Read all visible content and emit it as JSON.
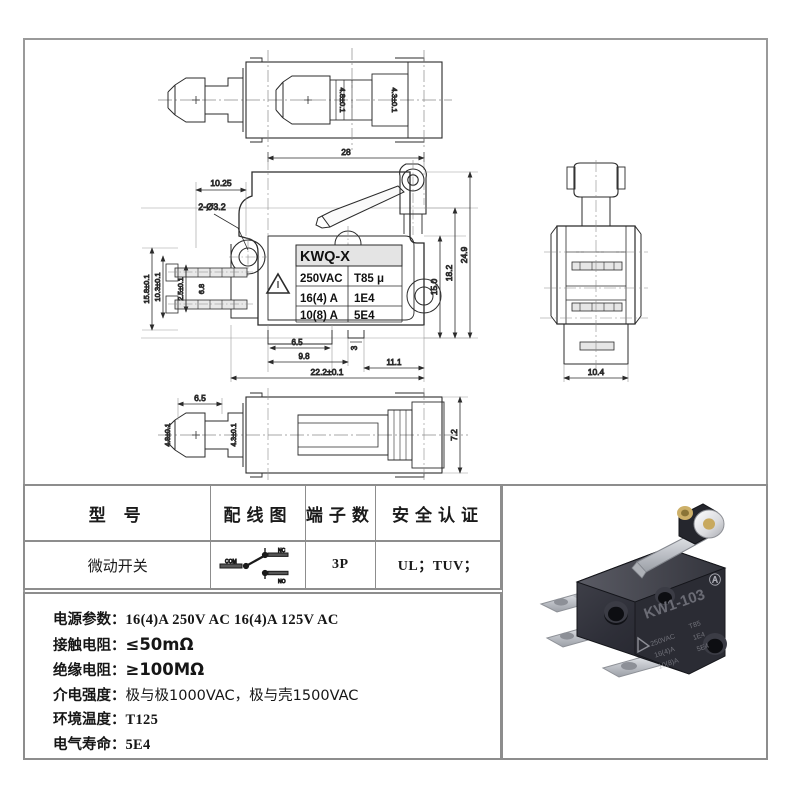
{
  "document": {
    "kind": "micro-switch-datasheet-drawing",
    "part_label": "KWQ-X"
  },
  "drawing": {
    "label_block": {
      "model": "KWQ-X",
      "rows": [
        {
          "left": "250VAC",
          "right": "T85  μ"
        },
        {
          "left": "16(4) A",
          "right": "1E4"
        },
        {
          "left": "10(8) A",
          "right": "5E4"
        }
      ],
      "warning_symbol": "warning-triangle"
    },
    "top_view": {
      "dims": [
        "4.8±0.1",
        "4.3±0.1",
        "28"
      ]
    },
    "front_view": {
      "dims_top": [
        "10.25",
        "2-ø3.2",
        "28"
      ],
      "dims_right": [
        "15.0",
        "18.2",
        "24.9"
      ],
      "dims_left": [
        "15.8±0.1",
        "10.3±0.1",
        "2.5±0.1",
        "6.8"
      ],
      "dims_bottom": [
        "6.5",
        "3",
        "9.8",
        "11.1",
        "22.2±0.1"
      ]
    },
    "side_view": {
      "dims": [
        "10.4"
      ]
    },
    "bottom_view": {
      "dims": [
        "6.5",
        "4.8±0.1",
        "4.3±0.1",
        "7.2"
      ]
    }
  },
  "table": {
    "headers": [
      "型  号",
      "配线图",
      "端子数",
      "安全认证"
    ],
    "row": {
      "model": "微动开关",
      "wiring_diagram": {
        "com": "COM",
        "nc": "NC",
        "no": "NO"
      },
      "terminals": "3P",
      "certifications": "UL；TUV；"
    }
  },
  "specs": [
    {
      "label": "电源参数：",
      "value": "16(4)A 250V AC   16(4)A 125V AC"
    },
    {
      "label": "接触电阻：",
      "value": "≤50mΩ"
    },
    {
      "label": "绝缘电阻：",
      "value": "≥100MΩ"
    },
    {
      "label": "介电强度：",
      "value": "极与极1000VAC，极与壳1500VAC"
    },
    {
      "label": "环境温度：",
      "value": "T125"
    },
    {
      "label": "电气寿命：",
      "value": "5E4"
    }
  ],
  "photo": {
    "alt": "black-micro-switch-with-roller-lever",
    "body_color": "#30313a",
    "terminal_color": "#b9bcc2",
    "roller_color": "#e9e9ec"
  },
  "colors": {
    "border": "#8d8d8d",
    "line": "#2b2b2b",
    "dim": "#3a3a3a",
    "fill_light": "#f2f2f2"
  }
}
